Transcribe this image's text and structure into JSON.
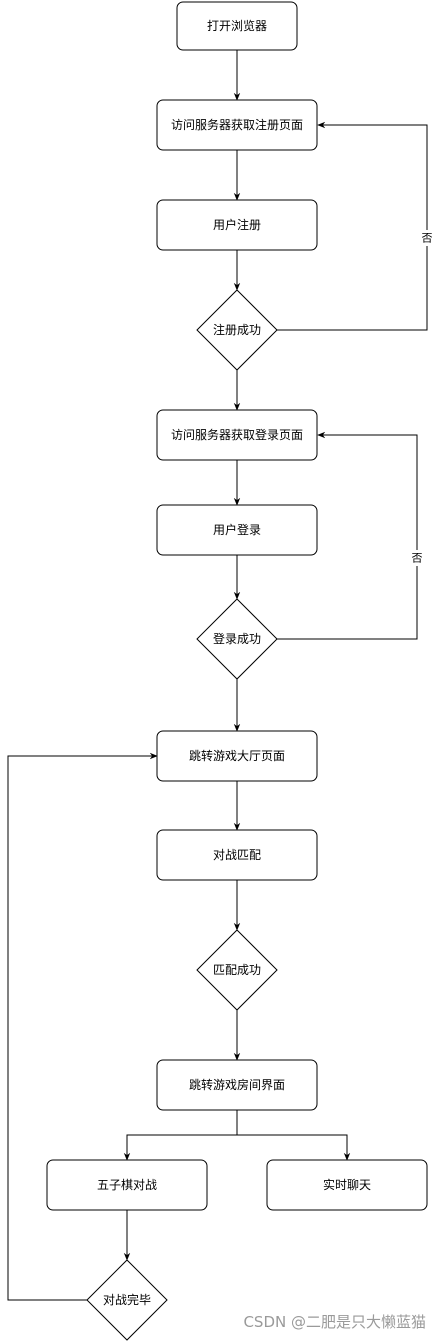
{
  "nodes": {
    "open_browser": "打开浏览器",
    "get_register_page": "访问服务器获取注册页面",
    "user_register": "用户注册",
    "register_success": "注册成功",
    "get_login_page": "访问服务器获取登录页面",
    "user_login": "用户登录",
    "login_success": "登录成功",
    "game_lobby": "跳转游戏大厅页面",
    "battle_match": "对战匹配",
    "match_success": "匹配成功",
    "game_room": "跳转游戏房间界面",
    "gomoku_battle": "五子棋对战",
    "live_chat": "实时聊天",
    "battle_end": "对战完毕"
  },
  "edges": {
    "register_no": "否",
    "login_no": "否"
  },
  "watermark": "CSDN @二肥是只大懒蓝猫"
}
